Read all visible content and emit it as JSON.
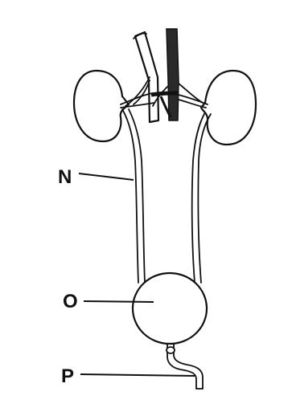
{
  "labels": {
    "n": "N",
    "o": "O",
    "p": "P"
  },
  "colors": {
    "ink": "#111111",
    "vein": "#2a2a2a",
    "background": "#ffffff"
  }
}
